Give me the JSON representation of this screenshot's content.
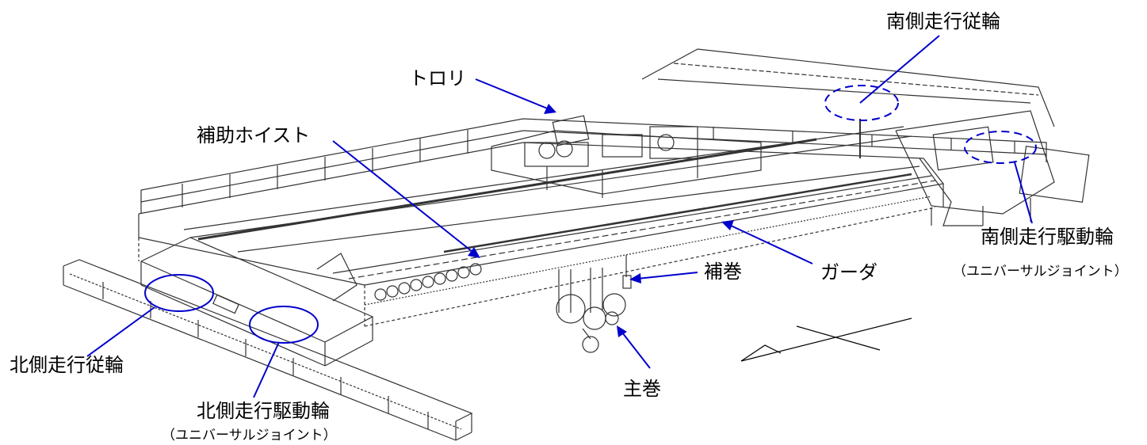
{
  "labels": {
    "south_follower_wheel": "南側走行従輪",
    "trolley": "トロリ",
    "aux_hoist": "補助ホイスト",
    "south_drive_wheel": "南側走行駆動輪",
    "south_drive_wheel_note": "（ユニバーサルジョイント）",
    "girder": "ガーダ",
    "aux_hook": "補巻",
    "north_follower_wheel": "北側走行従輪",
    "main_hook": "主巻",
    "north_drive_wheel": "北側走行駆動輪",
    "north_drive_wheel_note": "（ユニバーサルジョイント）"
  },
  "colors": {
    "line_art": "#333333",
    "callout": "#0000cc",
    "text": "#000000"
  }
}
